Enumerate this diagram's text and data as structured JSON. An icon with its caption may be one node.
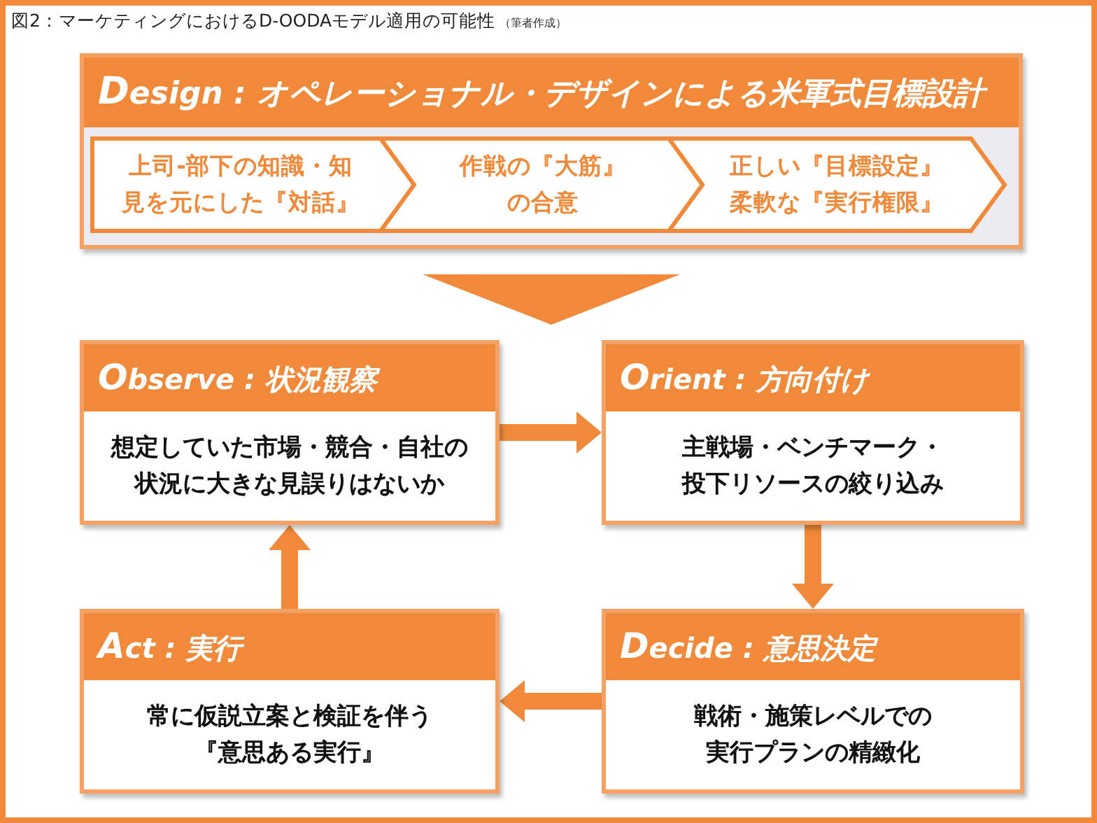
{
  "diagram": {
    "title": "図2：マーケティングにおけるD-OODAモデル適用の可能性",
    "nodes": [
      {
        "text": [
          "Design : オペレーショナル・デザインによる米軍式目標設計"
        ]
      },
      {
        "text": [
          "上司-部下の知識・知見を元にした『対話』"
        ],
        "in": 0
      },
      {
        "text": [
          "作戦の『大筋』の合意"
        ],
        "in": 0
      },
      {
        "text": [
          "正しい『目標設定』柔軟な『実行権限』"
        ],
        "in": 0
      },
      {
        "text": [
          "Observe : 状況観察",
          "想定していた市場・競合・自社の状況に大きな見誤りはないか"
        ]
      },
      {
        "text": [
          "Orient : 方向付け",
          "主戦場・ベンチマーク・投下リソースの絞り込み"
        ]
      },
      {
        "text": [
          "Act : 実行",
          "常に仮説立案と検証を伴う『意思ある実行』"
        ]
      },
      {
        "text": [
          "Decide : 意思決定",
          "戦術・施策レベルでの実行プランの精緻化"
        ]
      }
    ],
    "edges": [
      {
        "from": 4,
        "to": 5,
        "arrow": "to"
      },
      {
        "from": 5,
        "to": 7,
        "arrow": "to"
      },
      {
        "from": 7,
        "to": 6,
        "arrow": "to"
      },
      {
        "from": 6,
        "to": 4,
        "arrow": "to"
      }
    ],
    "labels": [
      "（筆者作成）"
    ]
  }
}
